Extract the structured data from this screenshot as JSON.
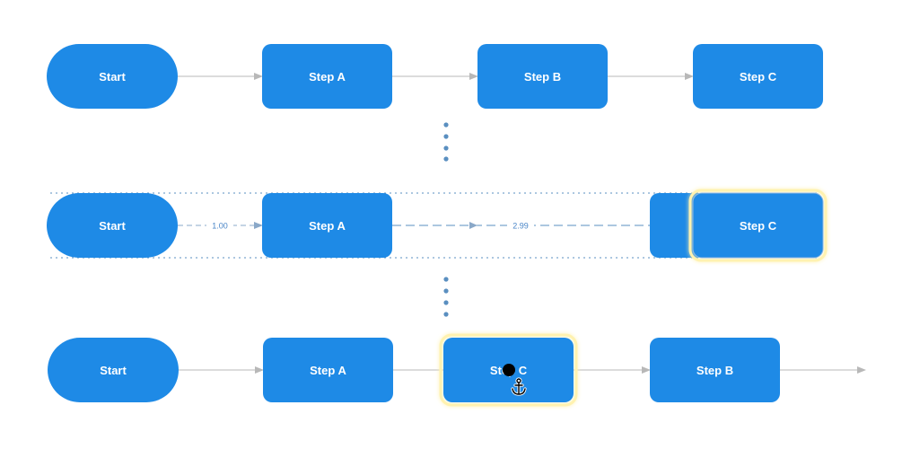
{
  "colors": {
    "node_fill": "#1e8ae6",
    "edge": "#b8b8b8",
    "guide": "#5a8fc0",
    "highlight": "#fff2b0",
    "ellipsis_dot": "#5a8fc0"
  },
  "rows": [
    {
      "nodes": [
        {
          "id": "start",
          "label": "Start",
          "shape": "pill"
        },
        {
          "id": "step-a",
          "label": "Step A",
          "shape": "rect"
        },
        {
          "id": "step-b",
          "label": "Step B",
          "shape": "rect"
        },
        {
          "id": "step-c",
          "label": "Step C",
          "shape": "rect"
        }
      ]
    },
    {
      "nodes": [
        {
          "id": "start",
          "label": "Start",
          "shape": "pill"
        },
        {
          "id": "step-a",
          "label": "Step A",
          "shape": "rect"
        },
        {
          "id": "step-c",
          "label": "Step C",
          "shape": "rect",
          "state": "dragging"
        }
      ],
      "measurements": [
        "1.00",
        "2.99"
      ]
    },
    {
      "nodes": [
        {
          "id": "start",
          "label": "Start",
          "shape": "pill"
        },
        {
          "id": "step-a",
          "label": "Step A",
          "shape": "rect"
        },
        {
          "id": "step-c",
          "label": "Step C",
          "shape": "rect",
          "state": "selected"
        },
        {
          "id": "step-b",
          "label": "Step B",
          "shape": "rect"
        }
      ]
    }
  ],
  "cursor_icon": "anchor-icon"
}
